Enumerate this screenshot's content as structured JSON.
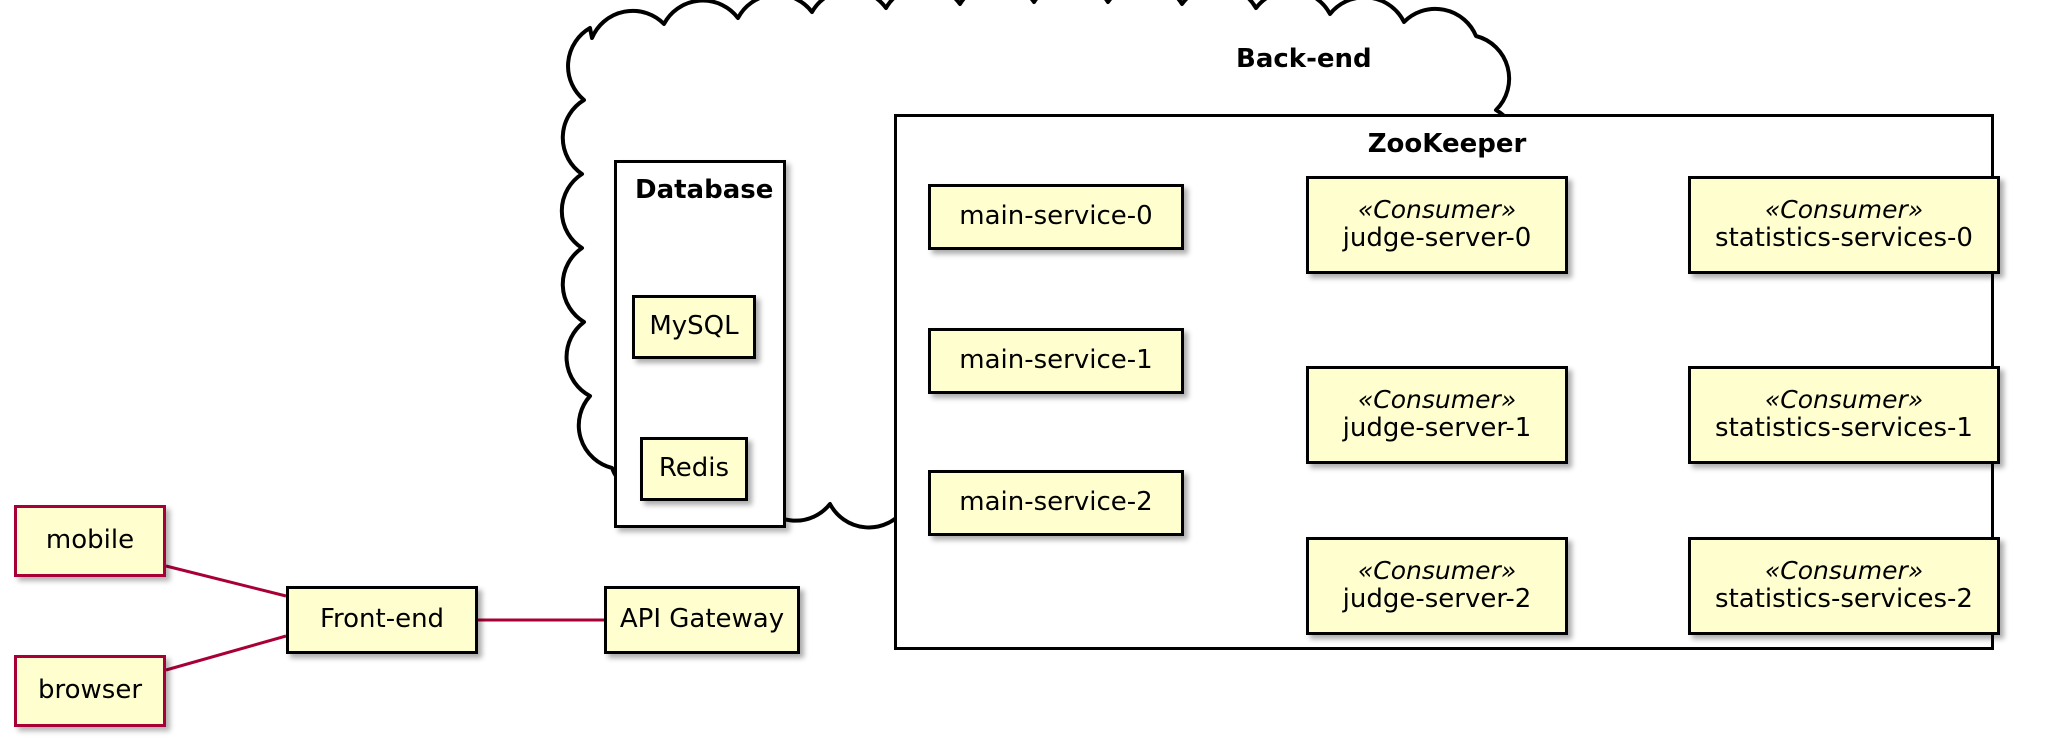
{
  "diagram": {
    "type": "uml-deployment-diagram",
    "background": "#ffffff",
    "colors": {
      "node_fill": "#FEFECE",
      "node_border": "#000000",
      "actor_border": "#A80036",
      "link": "#A80036",
      "text": "#000000",
      "package_fill": "#FFFFFF"
    }
  },
  "clients": {
    "mobile": {
      "label": "mobile"
    },
    "browser": {
      "label": "browser"
    }
  },
  "frontend": {
    "label": "Front-end"
  },
  "cloud": {
    "title": "Back-end"
  },
  "database": {
    "title": "Database",
    "items": [
      {
        "label": "MySQL"
      },
      {
        "label": "Redis"
      }
    ]
  },
  "api_gateway": {
    "label": "API Gateway"
  },
  "zookeeper": {
    "title": "ZooKeeper",
    "main_services": [
      {
        "label": "main-service-0"
      },
      {
        "label": "main-service-1"
      },
      {
        "label": "main-service-2"
      }
    ],
    "judge_servers": [
      {
        "stereotype": "«Consumer»",
        "label": "judge-server-0"
      },
      {
        "stereotype": "«Consumer»",
        "label": "judge-server-1"
      },
      {
        "stereotype": "«Consumer»",
        "label": "judge-server-2"
      }
    ],
    "statistics_services": [
      {
        "stereotype": "«Consumer»",
        "label": "statistics-services-0"
      },
      {
        "stereotype": "«Consumer»",
        "label": "statistics-services-1"
      },
      {
        "stereotype": "«Consumer»",
        "label": "statistics-services-2"
      }
    ]
  },
  "connections": [
    {
      "from": "mobile",
      "to": "Front-end"
    },
    {
      "from": "browser",
      "to": "Front-end"
    },
    {
      "from": "Front-end",
      "to": "API Gateway"
    }
  ]
}
